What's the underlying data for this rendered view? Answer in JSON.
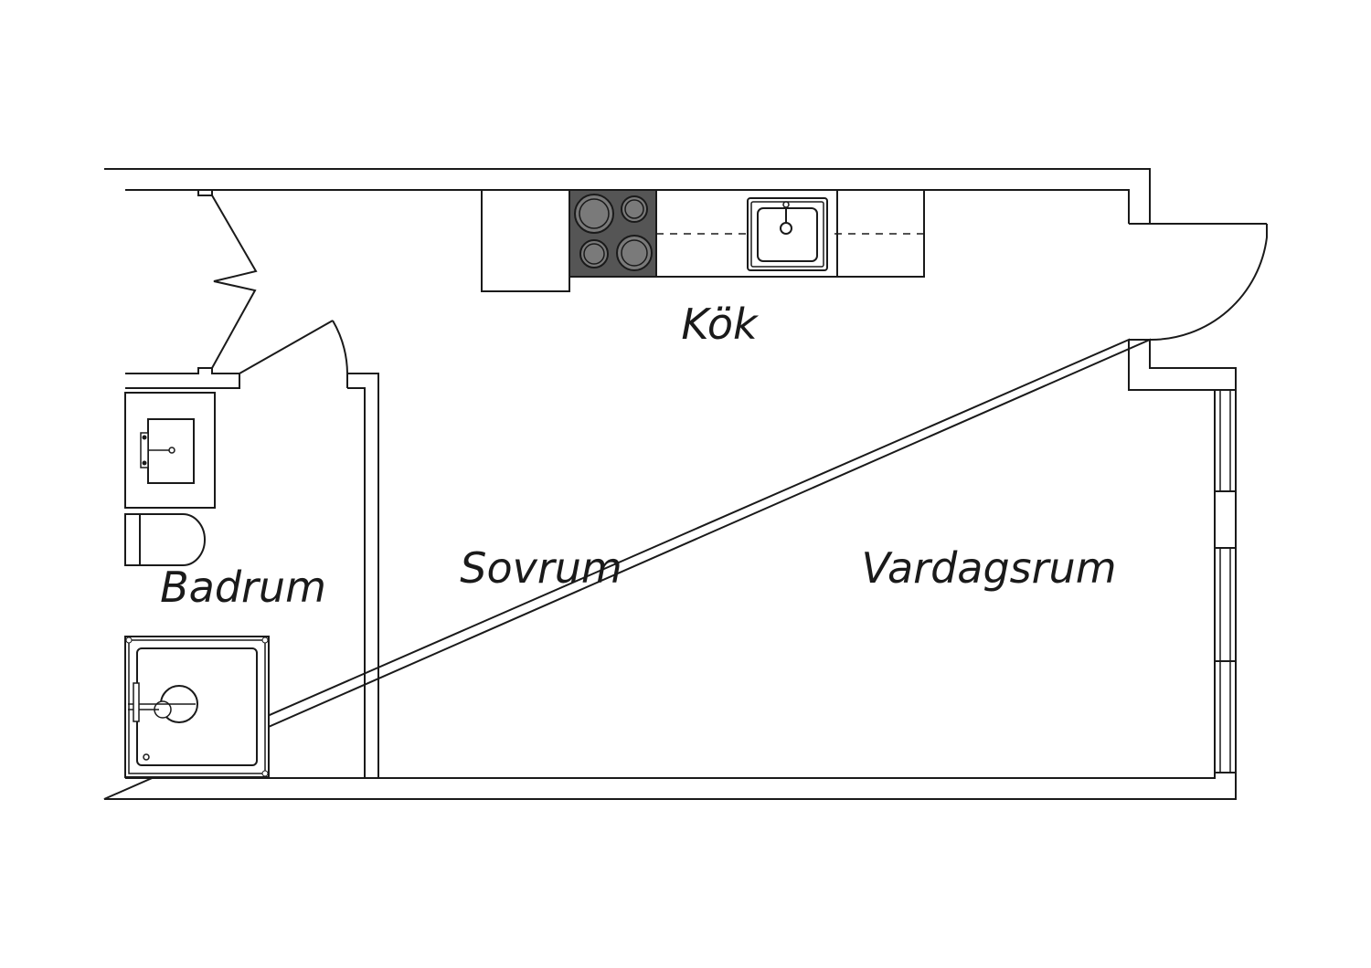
{
  "rooms": {
    "kitchen": "Kök",
    "bathroom": "Badrum",
    "bedroom": "Sovrum",
    "living_room": "Vardagsrum"
  },
  "colors": {
    "wall_stroke": "#1a1a1a",
    "background": "#ffffff",
    "stove_top": "#555555",
    "burner": "#7a7a7a"
  }
}
